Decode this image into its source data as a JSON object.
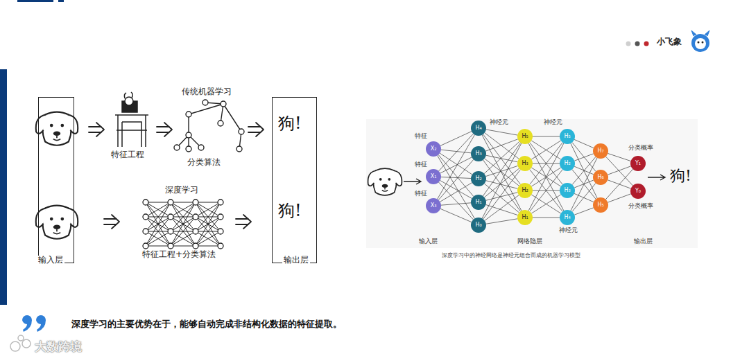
{
  "diagram": {
    "caption": "深度学习中的神经网络是神经元组合而成的机器学习模型",
    "nodes": [
      {
        "text": [
          "输入层"
        ]
      },
      {
        "text": [
          "狗!",
          "狗!",
          "输出层"
        ]
      },
      {
        "text": [
          "X₂"
        ]
      },
      {
        "text": [
          "X₁"
        ]
      },
      {
        "text": [
          "X₃"
        ]
      },
      {
        "text": [
          "H₄"
        ]
      },
      {
        "text": [
          "H₃"
        ]
      },
      {
        "text": [
          "H₂"
        ]
      },
      {
        "text": [
          "H₁"
        ]
      },
      {
        "text": [
          "H₀"
        ]
      },
      {
        "text": [
          "H₅"
        ]
      },
      {
        "text": [
          "H₃"
        ]
      },
      {
        "text": [
          "H₂"
        ]
      },
      {
        "text": [
          "H₁"
        ]
      },
      {
        "text": [
          "H₅"
        ]
      },
      {
        "text": [
          "H₂"
        ]
      },
      {
        "text": [
          "H₃"
        ]
      },
      {
        "text": [
          "H₄"
        ]
      },
      {
        "text": [
          "H₇"
        ]
      },
      {
        "text": [
          "H₆"
        ]
      },
      {
        "text": [
          "H₅"
        ]
      },
      {
        "text": [
          "Y₁"
        ]
      },
      {
        "text": [
          "Y₀"
        ]
      }
    ],
    "edges": [
      {
        "from": 2,
        "to": 5,
        "arrow": "none"
      },
      {
        "from": 2,
        "to": 6,
        "arrow": "none"
      },
      {
        "from": 2,
        "to": 7,
        "arrow": "none"
      },
      {
        "from": 2,
        "to": 8,
        "arrow": "none"
      },
      {
        "from": 2,
        "to": 9,
        "arrow": "none"
      },
      {
        "from": 3,
        "to": 5,
        "arrow": "none"
      },
      {
        "from": 3,
        "to": 6,
        "arrow": "none"
      },
      {
        "from": 3,
        "to": 7,
        "arrow": "none"
      },
      {
        "from": 3,
        "to": 8,
        "arrow": "none"
      },
      {
        "from": 3,
        "to": 9,
        "arrow": "none"
      },
      {
        "from": 4,
        "to": 5,
        "arrow": "none"
      },
      {
        "from": 4,
        "to": 6,
        "arrow": "none"
      },
      {
        "from": 4,
        "to": 7,
        "arrow": "none"
      },
      {
        "from": 4,
        "to": 8,
        "arrow": "none"
      },
      {
        "from": 4,
        "to": 9,
        "arrow": "none"
      },
      {
        "from": 5,
        "to": 10,
        "arrow": "none"
      },
      {
        "from": 5,
        "to": 11,
        "arrow": "none"
      },
      {
        "from": 5,
        "to": 12,
        "arrow": "none"
      },
      {
        "from": 5,
        "to": 13,
        "arrow": "none"
      },
      {
        "from": 6,
        "to": 10,
        "arrow": "none"
      },
      {
        "from": 6,
        "to": 11,
        "arrow": "none"
      },
      {
        "from": 6,
        "to": 12,
        "arrow": "none"
      },
      {
        "from": 6,
        "to": 13,
        "arrow": "none"
      },
      {
        "from": 7,
        "to": 10,
        "arrow": "none"
      },
      {
        "from": 7,
        "to": 11,
        "arrow": "none"
      },
      {
        "from": 7,
        "to": 12,
        "arrow": "none"
      },
      {
        "from": 7,
        "to": 13,
        "arrow": "none"
      },
      {
        "from": 8,
        "to": 10,
        "arrow": "none"
      },
      {
        "from": 8,
        "to": 11,
        "arrow": "none"
      },
      {
        "from": 8,
        "to": 12,
        "arrow": "none"
      },
      {
        "from": 8,
        "to": 13,
        "arrow": "none"
      },
      {
        "from": 9,
        "to": 10,
        "arrow": "none"
      },
      {
        "from": 9,
        "to": 11,
        "arrow": "none"
      },
      {
        "from": 9,
        "to": 12,
        "arrow": "none"
      },
      {
        "from": 9,
        "to": 13,
        "arrow": "none"
      },
      {
        "from": 10,
        "to": 14,
        "arrow": "none"
      },
      {
        "from": 10,
        "to": 15,
        "arrow": "none"
      },
      {
        "from": 10,
        "to": 16,
        "arrow": "none"
      },
      {
        "from": 10,
        "to": 17,
        "arrow": "none"
      },
      {
        "from": 11,
        "to": 14,
        "arrow": "none"
      },
      {
        "from": 11,
        "to": 15,
        "arrow": "none"
      },
      {
        "from": 11,
        "to": 16,
        "arrow": "none"
      },
      {
        "from": 11,
        "to": 17,
        "arrow": "none"
      },
      {
        "from": 12,
        "to": 14,
        "arrow": "none"
      },
      {
        "from": 12,
        "to": 15,
        "arrow": "none"
      },
      {
        "from": 12,
        "to": 16,
        "arrow": "none"
      },
      {
        "from": 12,
        "to": 17,
        "arrow": "none"
      },
      {
        "from": 13,
        "to": 14,
        "arrow": "none"
      },
      {
        "from": 13,
        "to": 15,
        "arrow": "none"
      },
      {
        "from": 13,
        "to": 16,
        "arrow": "none"
      },
      {
        "from": 13,
        "to": 17,
        "arrow": "none"
      },
      {
        "from": 14,
        "to": 18,
        "arrow": "none"
      },
      {
        "from": 14,
        "to": 19,
        "arrow": "none"
      },
      {
        "from": 14,
        "to": 20,
        "arrow": "none"
      },
      {
        "from": 15,
        "to": 18,
        "arrow": "none"
      },
      {
        "from": 15,
        "to": 19,
        "arrow": "none"
      },
      {
        "from": 15,
        "to": 20,
        "arrow": "none"
      },
      {
        "from": 16,
        "to": 18,
        "arrow": "none"
      },
      {
        "from": 16,
        "to": 19,
        "arrow": "none"
      },
      {
        "from": 16,
        "to": 20,
        "arrow": "none"
      },
      {
        "from": 17,
        "to": 18,
        "arrow": "none"
      },
      {
        "from": 17,
        "to": 19,
        "arrow": "none"
      },
      {
        "from": 17,
        "to": 20,
        "arrow": "none"
      },
      {
        "from": 18,
        "to": 21,
        "arrow": "none"
      },
      {
        "from": 18,
        "to": 22,
        "arrow": "none"
      },
      {
        "from": 19,
        "to": 21,
        "arrow": "none"
      },
      {
        "from": 19,
        "to": 22,
        "arrow": "none"
      },
      {
        "from": 20,
        "to": 21,
        "arrow": "none"
      },
      {
        "from": 20,
        "to": 22,
        "arrow": "none"
      }
    ],
    "labels": [
      "小飞象",
      "传统机器学习",
      "特征工程",
      "分类算法",
      "深度学习",
      "特征工程+分类算法",
      "特征",
      "特征",
      "特征",
      "神经元",
      "神经元",
      "神经元",
      "分类概率",
      "分类概率",
      "狗!",
      "输入层",
      "网络隐层",
      "输出层",
      "深度学习的主要优势在于，能够自动完成非结构化数据的特征提取。",
      "大数跨境"
    ]
  }
}
